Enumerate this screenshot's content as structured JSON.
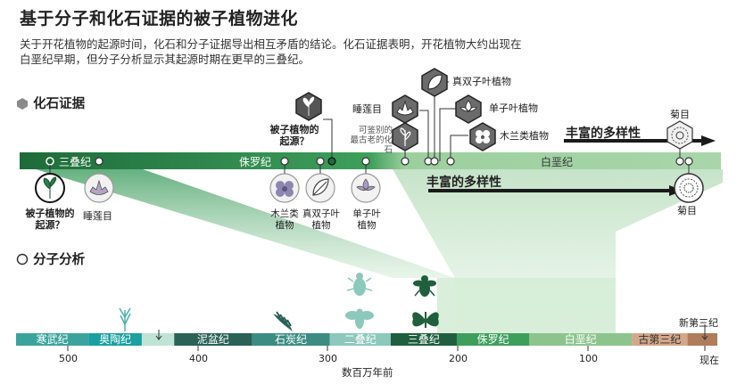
{
  "title": "基于分子和化石证据的被子植物进化",
  "subtitle_line1": "关于开花植物的起源时间，化石和分子证据导出相互矛盾的结论。化石证据表明，开花植物大约出现在",
  "subtitle_line2": "白垩纪早期，但分子分析显示其起源时期在更早的三叠纪。",
  "fossil_section": "化石证据",
  "molecular_section": "分子分析",
  "upper_periods": {
    "triassic": "三叠纪",
    "jurassic": "侏罗纪",
    "cretaceous": "白垩纪"
  },
  "upper_labels": {
    "origin_q_left": "被子植物的\n起源？",
    "water_lily_left": "睡莲目",
    "magnoliids_mid": "木兰类\n植物",
    "eudicots_mid": "真双子叶\n植物",
    "monocots_mid": "单子叶\n植物",
    "origin_q_center": "被子植物的\n起源？",
    "water_lily_right": "睡莲目",
    "oldest_fossils": "可鉴别的\n最古老的化石",
    "eudicots_right": "真双子叶植物",
    "monocots_right": "单子叶植物",
    "magnoliids_right": "木兰类植物",
    "diversity_top": "丰富的多样性",
    "asterales_top": "菊目",
    "diversity_bottom": "丰富的多样性",
    "asterales_bottom": "菊目"
  },
  "timescale": {
    "periods": [
      {
        "name": "寒武纪",
        "start": 541,
        "end": 485,
        "color": "#3aa49c"
      },
      {
        "name": "奥陶纪",
        "start": 485,
        "end": 444,
        "color": "#1aa0a0"
      },
      {
        "name": "",
        "start": 444,
        "end": 419,
        "color": "#bfe3d4"
      },
      {
        "name": "泥盆纪",
        "start": 419,
        "end": 359,
        "color": "#2a6258"
      },
      {
        "name": "石炭纪",
        "start": 359,
        "end": 299,
        "color": "#3c8c84"
      },
      {
        "name": "二叠纪",
        "start": 299,
        "end": 252,
        "color": "#8cc8bc"
      },
      {
        "name": "三叠纪",
        "start": 252,
        "end": 201,
        "color": "#1f5f3e"
      },
      {
        "name": "侏罗纪",
        "start": 201,
        "end": 145,
        "color": "#3e9f5c"
      },
      {
        "name": "白垩纪",
        "start": 145,
        "end": 66,
        "color": "#8dc48d"
      },
      {
        "name": "古第三纪",
        "start": 66,
        "end": 23,
        "color": "#d4a78a"
      },
      {
        "name": "",
        "start": 23,
        "end": 0,
        "color": "#b07c5c"
      }
    ],
    "neogene_label": "新第三纪",
    "ticks": [
      "500",
      "400",
      "300",
      "200",
      "100"
    ],
    "now_label": "现在",
    "axis_label": "数百万年前"
  },
  "icons": [
    "leaf-sprout-icon",
    "water-lily-icon",
    "magnolia-icon",
    "eudicot-leaf-icon",
    "monocot-flower-icon",
    "aster-flower-icon",
    "beetle-icon",
    "fly-icon",
    "butterfly-icon",
    "bee-icon",
    "fern-icon",
    "rush-plant-icon"
  ],
  "colors": {
    "dark_green": "#1e6b3a",
    "mid_green": "#3e9f5c",
    "light_green": "#c7e6cc",
    "accent_black": "#1a1a1a"
  }
}
